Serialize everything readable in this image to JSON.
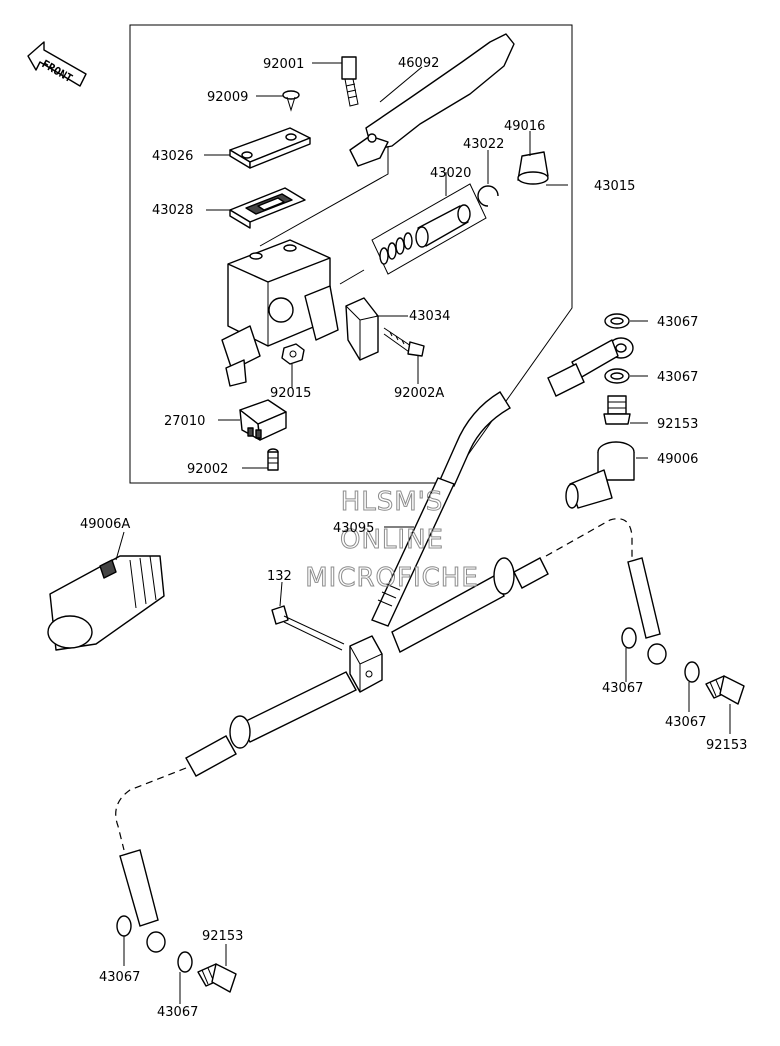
{
  "direction_arrow": {
    "label": "FRONT"
  },
  "watermark": {
    "line1": "HLSM'S",
    "line2": "ONLINE",
    "line3": "MICROFICHE"
  },
  "callouts": [
    {
      "id": "c-92001",
      "text": "92001"
    },
    {
      "id": "c-46092",
      "text": "46092"
    },
    {
      "id": "c-92009",
      "text": "92009"
    },
    {
      "id": "c-43026",
      "text": "43026"
    },
    {
      "id": "c-49016",
      "text": "49016"
    },
    {
      "id": "c-43022",
      "text": "43022"
    },
    {
      "id": "c-43015",
      "text": "43015"
    },
    {
      "id": "c-43020",
      "text": "43020"
    },
    {
      "id": "c-43028",
      "text": "43028"
    },
    {
      "id": "c-43034",
      "text": "43034"
    },
    {
      "id": "c-43067a",
      "text": "43067"
    },
    {
      "id": "c-43067b",
      "text": "43067"
    },
    {
      "id": "c-92015",
      "text": "92015"
    },
    {
      "id": "c-92002A",
      "text": "92002A"
    },
    {
      "id": "c-92153a",
      "text": "92153"
    },
    {
      "id": "c-27010",
      "text": "27010"
    },
    {
      "id": "c-49006",
      "text": "49006"
    },
    {
      "id": "c-92002",
      "text": "92002"
    },
    {
      "id": "c-49006A",
      "text": "49006A"
    },
    {
      "id": "c-43095",
      "text": "43095"
    },
    {
      "id": "c-132",
      "text": "132"
    },
    {
      "id": "c-43067c",
      "text": "43067"
    },
    {
      "id": "c-43067d",
      "text": "43067"
    },
    {
      "id": "c-92153b",
      "text": "92153"
    },
    {
      "id": "c-92153c",
      "text": "92153"
    },
    {
      "id": "c-43067e",
      "text": "43067"
    },
    {
      "id": "c-43067f",
      "text": "43067"
    }
  ]
}
